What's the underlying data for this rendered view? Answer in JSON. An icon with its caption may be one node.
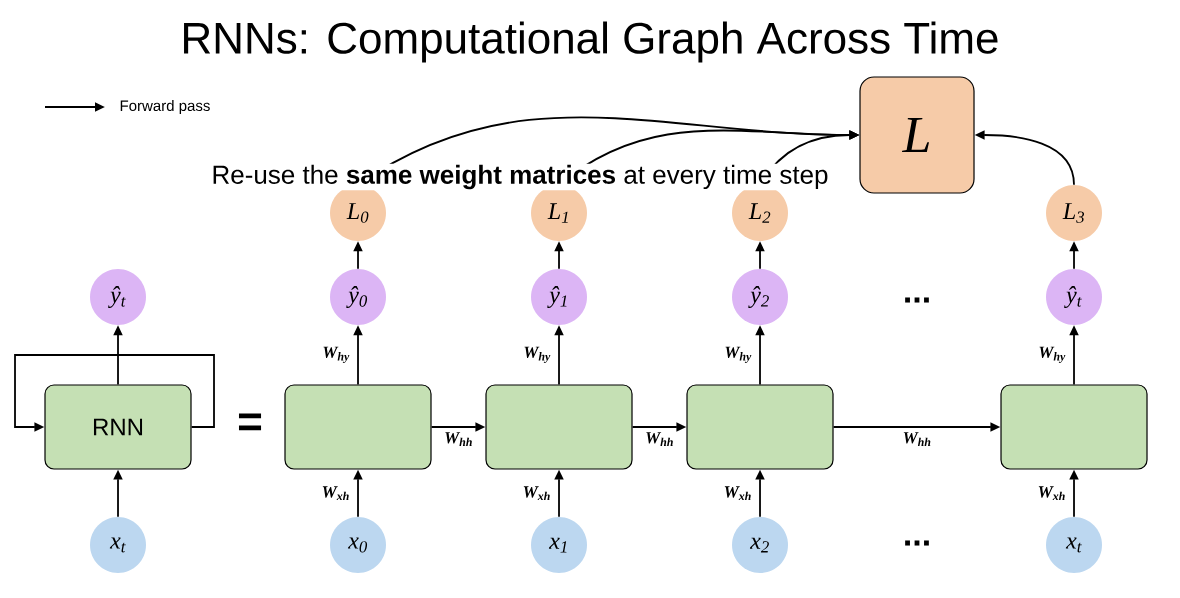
{
  "diagram": {
    "title": "RNNs: Computational Graph Across Time",
    "nodes": [
      {
        "text": [
          "L"
        ]
      },
      {
        "text": [
          "L$_{0}$"
        ]
      },
      {
        "text": [
          "L$_{1}$"
        ]
      },
      {
        "text": [
          "L$_{2}$"
        ]
      },
      {
        "text": [
          "L$_{3}$"
        ]
      },
      {
        "text": [
          "ŷ$_{t}$"
        ]
      },
      {
        "text": [
          "ŷ$_{0}$"
        ]
      },
      {
        "text": [
          "ŷ$_{1}$"
        ]
      },
      {
        "text": [
          "ŷ$_{2}$"
        ]
      },
      {
        "text": [
          "ŷ$_{t}$"
        ]
      },
      {
        "text": [
          "RNN"
        ]
      },
      {
        "text": [],
        "shape": "box"
      },
      {
        "text": [],
        "shape": "box"
      },
      {
        "text": [],
        "shape": "box"
      },
      {
        "text": [],
        "shape": "box"
      },
      {
        "text": [
          "x$_{t}$"
        ]
      },
      {
        "text": [
          "x$_{0}$"
        ]
      },
      {
        "text": [
          "x$_{1}$"
        ]
      },
      {
        "text": [
          "x$_{2}$"
        ]
      },
      {
        "text": [
          "x$_{t}$"
        ]
      }
    ],
    "edges": [
      {
        "from": 15,
        "to": 10,
        "arrow": "to"
      },
      {
        "from": 16,
        "to": 11,
        "arrow": "to",
        "label": "W$_{xh}$"
      },
      {
        "from": 17,
        "to": 12,
        "arrow": "to",
        "label": "W$_{xh}$"
      },
      {
        "from": 18,
        "to": 13,
        "arrow": "to",
        "label": "W$_{xh}$"
      },
      {
        "from": 19,
        "to": 14,
        "arrow": "to",
        "label": "W$_{xh}$"
      },
      {
        "from": 10,
        "to": 5,
        "arrow": "to"
      },
      {
        "from": 11,
        "to": 6,
        "arrow": "to",
        "label": "W$_{hy}$"
      },
      {
        "from": 12,
        "to": 7,
        "arrow": "to",
        "label": "W$_{hy}$"
      },
      {
        "from": 13,
        "to": 8,
        "arrow": "to",
        "label": "W$_{hy}$"
      },
      {
        "from": 14,
        "to": 9,
        "arrow": "to",
        "label": "W$_{hy}$"
      },
      {
        "from": 10,
        "to": 10,
        "arrow": "to"
      },
      {
        "from": 11,
        "to": 12,
        "arrow": "to",
        "label": "W$_{hh}$"
      },
      {
        "from": 12,
        "to": 13,
        "arrow": "to",
        "label": "W$_{hh}$"
      },
      {
        "from": 13,
        "to": 14,
        "arrow": "to",
        "label": "W$_{hh}$"
      },
      {
        "from": 6,
        "to": 1,
        "arrow": "to"
      },
      {
        "from": 7,
        "to": 2,
        "arrow": "to"
      },
      {
        "from": 8,
        "to": 3,
        "arrow": "to"
      },
      {
        "from": 9,
        "to": 4,
        "arrow": "to"
      },
      {
        "from": 1,
        "to": 0,
        "arrow": "to"
      },
      {
        "from": 2,
        "to": 0,
        "arrow": "to"
      },
      {
        "from": 3,
        "to": 0,
        "arrow": "to"
      },
      {
        "from": 4,
        "to": 0,
        "arrow": "to"
      }
    ],
    "labels": [
      "Re-use the **same weight matrices** at every time step",
      "...",
      "=",
      "..."
    ],
    "legend": [
      {
        "text": "Forward pass"
      }
    ]
  }
}
